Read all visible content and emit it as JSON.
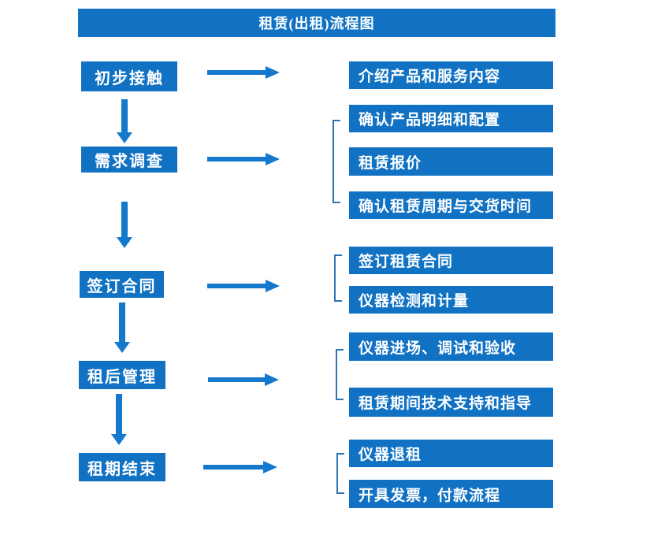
{
  "title": "租赁(出租)流程图",
  "colors": {
    "box_blue": "#1172C4",
    "arrow_blue": "#1478CC",
    "bracket_blue": "#2E74B5",
    "title_text": "#FFFFFF"
  },
  "steps": [
    {
      "label": "初步接触",
      "details": [
        "介绍产品和服务内容"
      ]
    },
    {
      "label": "需求调查",
      "details": [
        "确认产品明细和配置",
        "租赁报价",
        "确认租赁周期与交货时间"
      ]
    },
    {
      "label": "签订合同",
      "details": [
        "签订租赁合同",
        "仪器检测和计量"
      ]
    },
    {
      "label": "租后管理",
      "details": [
        "仪器进场、调试和验收",
        "租赁期间技术支持和指导"
      ]
    },
    {
      "label": "租期结束",
      "details": [
        "仪器退租",
        "开具发票，付款流程"
      ]
    }
  ]
}
